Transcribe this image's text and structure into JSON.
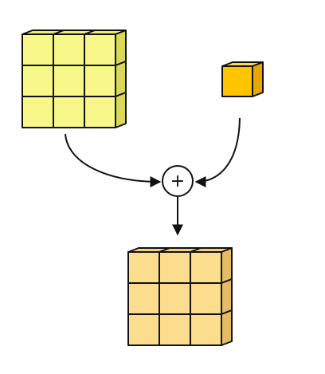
{
  "diagram": {
    "input_matrix": {
      "rows": 3,
      "cols": 3,
      "front_color": "#F8F78A",
      "top_color": "#EDEC70",
      "side_color": "#D9D85A"
    },
    "scalar_cube": {
      "front_color": "#FFC400",
      "top_color": "#FFD54A",
      "side_color": "#E6A800"
    },
    "output_matrix": {
      "rows": 3,
      "cols": 3,
      "front_color": "#FCDD8E",
      "top_color": "#F6D27C",
      "side_color": "#E5BC64"
    },
    "operator": {
      "symbol": "+",
      "meaning": "addition-with-broadcasting"
    }
  }
}
